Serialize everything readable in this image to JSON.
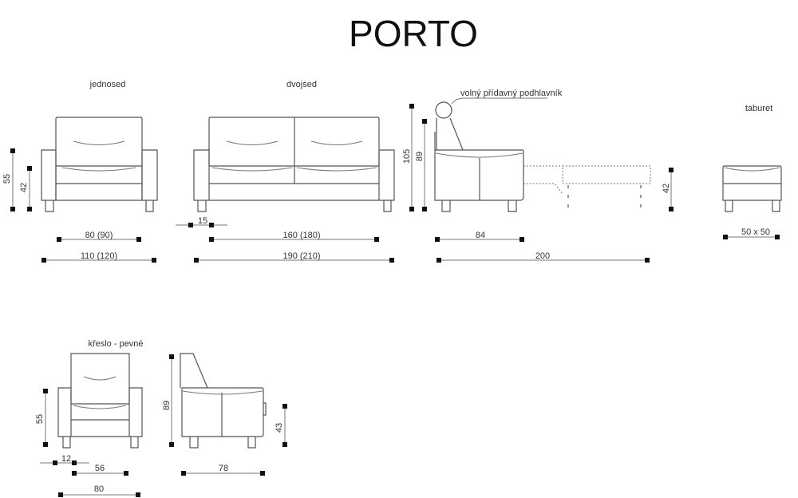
{
  "title": "PORTO",
  "views": {
    "jednosed": {
      "label": "jednosed",
      "height_total": "55",
      "height_seat": "42",
      "width_inner": "80 (90)",
      "width_total": "110 (120)"
    },
    "dvojsed": {
      "label": "dvojsed",
      "arm_width": "15",
      "width_inner": "160 (180)",
      "width_total": "190 (210)"
    },
    "side": {
      "label": "volný přídavný podhlavník",
      "height_with_headrest": "105",
      "height": "89",
      "seat_height": "42",
      "depth": "84",
      "depth_extended": "200"
    },
    "taburet": {
      "label": "taburet",
      "size": "50 x 50"
    },
    "kreslo_front": {
      "label": "křeslo - pevné",
      "height": "55",
      "arm_width": "12",
      "width_inner": "56",
      "width_total": "80"
    },
    "kreslo_side": {
      "height": "89",
      "seat_height": "43",
      "depth": "78"
    }
  }
}
